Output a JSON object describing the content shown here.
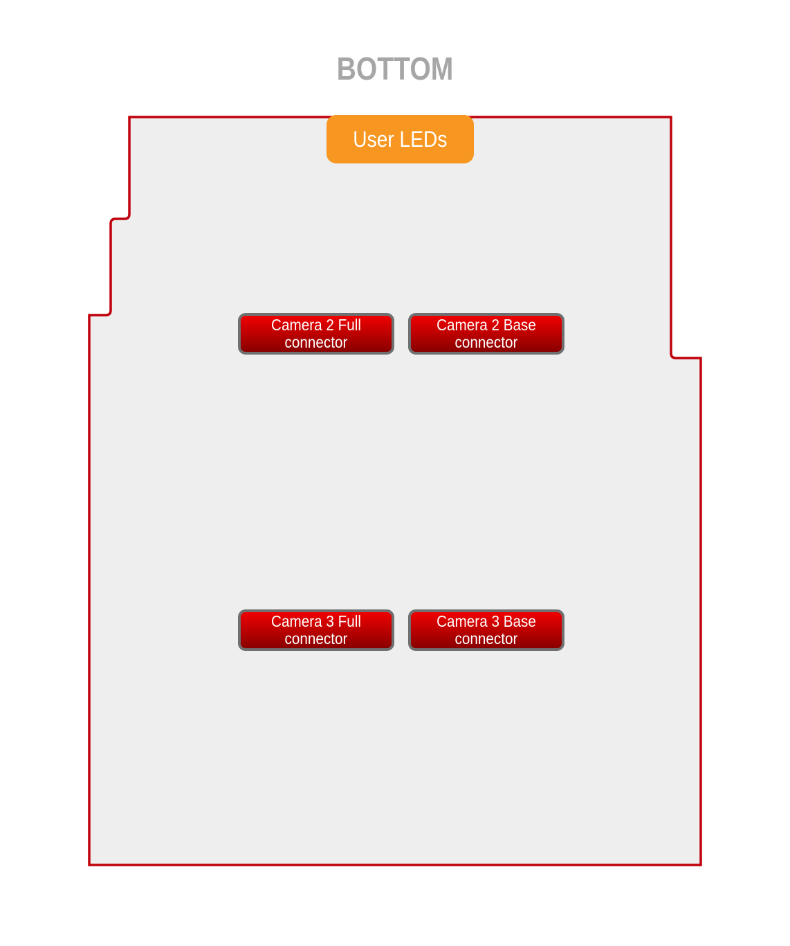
{
  "title": "BOTTOM",
  "user_leds": "User LEDs",
  "connectors": [
    {
      "line1": "Camera 2 Full",
      "line2": "connector"
    },
    {
      "line1": "Camera 2 Base",
      "line2": "connector"
    },
    {
      "line1": "Camera 3 Full",
      "line2": "connector"
    },
    {
      "line1": "Camera 3 Base",
      "line2": "connector"
    }
  ],
  "colors": {
    "outline": "#c0000c",
    "board": "#eeeeee",
    "leds": "#f79620",
    "connector": "#d00000"
  }
}
